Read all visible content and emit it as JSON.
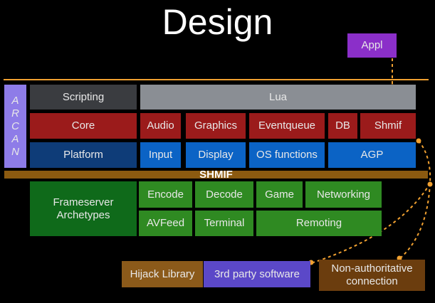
{
  "title": "Design",
  "appl": "Appl",
  "arcan_letters": [
    "A",
    "R",
    "C",
    "A",
    "N"
  ],
  "scripting": {
    "label": "Scripting",
    "lua": "Lua"
  },
  "core": {
    "label": "Core",
    "items": [
      "Audio",
      "Graphics",
      "Eventqueue",
      "DB",
      "Shmif"
    ]
  },
  "platform": {
    "label": "Platform",
    "items": [
      "Input",
      "Display",
      "OS functions",
      "AGP"
    ]
  },
  "shmif": "SHMIF",
  "frameserver": {
    "label": "Frameserver Archetypes",
    "row1": [
      "Encode",
      "Decode",
      "Game",
      "Networking"
    ],
    "row2": [
      "AVFeed",
      "Terminal",
      "Remoting"
    ]
  },
  "bottom": {
    "hijack": "Hijack Library",
    "third_party": "3rd party software",
    "non_auth": "Non-authoritative connection"
  },
  "colors": {
    "orange": "#f0a030",
    "red": "#9b1b1b",
    "blue": "#0b63c5",
    "green": "#2f8a22"
  }
}
